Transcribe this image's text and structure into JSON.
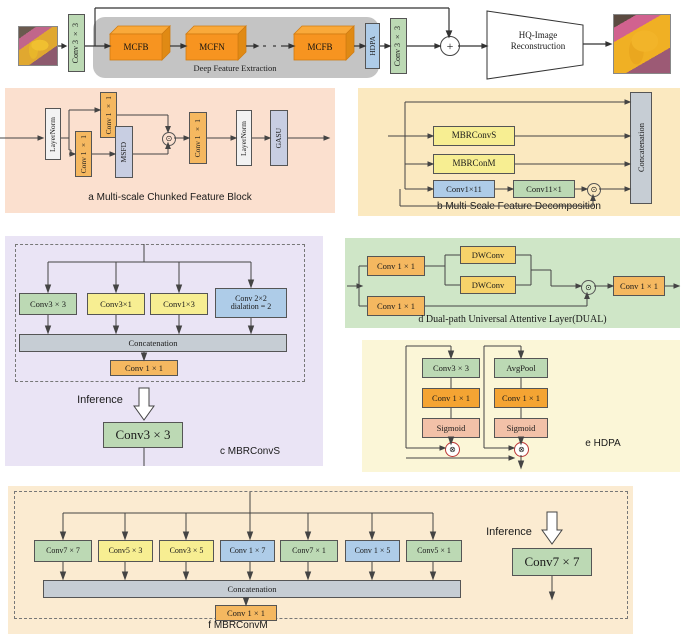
{
  "figure": {
    "title": "Network architecture diagram",
    "colors": {
      "orange_cube": "#F79420",
      "orange_box": "#F5B860",
      "green_box": "#BCD9B4",
      "yellow_box": "#F7EE92",
      "blue_box": "#AECCE8",
      "lavender_box": "#C8CEE2",
      "grey_box": "#C6CDD4",
      "salmon_box": "#F2C1A8",
      "panel_a_bg": "#FBE0CF",
      "panel_b_bg": "#FBE9C0",
      "panel_c_bg": "#EAE4F5",
      "panel_d_bg": "#CFE6C7",
      "panel_e_bg": "#FBF6D7",
      "panel_f_bg": "#FBEBD1",
      "deep_feature_bg": "#C4C4C4"
    }
  },
  "top_pipeline": {
    "input_image_alt": "butterfly-low-res",
    "conv_first": "Conv 3 × 3",
    "group_label": "Deep Feature Extraction",
    "blocks": [
      "MCFB",
      "MCFN",
      "MCFB"
    ],
    "hdpa": "HDPA",
    "conv_last": "Conv 3 × 3",
    "sum_symbol": "+",
    "reconstruction": "HQ-Image\nReconstruction",
    "reconstruction_line1": "HQ-Image",
    "reconstruction_line2": "Reconstruction",
    "output_image_alt": "butterfly-high-res"
  },
  "panel_a": {
    "caption": "a Multi-scale Chunked Feature Block",
    "layernorm1": "LayerNorm",
    "conv_top": "Conv 1 × 1",
    "conv_bottom": "Conv 1 × 1",
    "msfd": "MSFD",
    "mul_symbol": "⊙",
    "conv_merge": "Conv 1 × 1",
    "layernorm2": "LayerNorm",
    "gasu": "GASU"
  },
  "panel_b": {
    "caption": "b Multi-Scale Feature Decomposition",
    "mbrconvs": "MBRConvS",
    "mbrconm": "MBRConM",
    "conv1x11": "Conv1×11",
    "conv11x1": "Conv11×1",
    "mul_symbol": "⊙",
    "concatenation": "Concatenation"
  },
  "panel_c": {
    "caption": "c MBRConvS",
    "branches": [
      {
        "label": "Conv3 × 3",
        "color": "green_box"
      },
      {
        "label": "Conv3×1",
        "color": "yellow_box"
      },
      {
        "label": "Conv1×3",
        "color": "yellow_box"
      },
      {
        "label": "Conv 2×2\ndialation = 2",
        "label_line1": "Conv 2×2",
        "label_line2": "dialation = 2",
        "color": "blue_box"
      }
    ],
    "concatenation": "Concatenation",
    "conv1x1": "Conv 1 × 1",
    "inference": "Inference",
    "result": "Conv3 × 3"
  },
  "panel_d": {
    "caption": "d Dual-path Universal Attentive Layer(DUAL)",
    "conv_top": "Conv 1 × 1",
    "conv_bottom": "Conv 1 × 1",
    "dwconv_top": "DWConv",
    "dwconv_bottom": "DWConv",
    "mul_symbol": "⊙",
    "conv_out": "Conv 1 × 1"
  },
  "panel_e": {
    "caption": "e HDPA",
    "left_branch": [
      "Conv3 × 3",
      "Conv 1 × 1",
      "Sigmoid"
    ],
    "right_branch": [
      "AvgPool",
      "Conv 1 × 1",
      "Sigmoid"
    ],
    "mul_symbol": "⊗"
  },
  "panel_f": {
    "caption": "f MBRConvM",
    "branches": [
      {
        "label": "Conv7 × 7",
        "color": "green_box"
      },
      {
        "label": "Conv5 × 3",
        "color": "yellow_box"
      },
      {
        "label": "Conv3 × 5",
        "color": "yellow_box"
      },
      {
        "label": "Conv 1 × 7",
        "color": "blue_box"
      },
      {
        "label": "Conv7 × 1",
        "color": "green_box"
      },
      {
        "label": "Conv 1 × 5",
        "color": "blue_box"
      },
      {
        "label": "Conv5 × 1",
        "color": "green_box"
      }
    ],
    "concatenation": "Concatenation",
    "conv1x1": "Conv 1 × 1",
    "inference": "Inference",
    "result": "Conv7 × 7"
  }
}
